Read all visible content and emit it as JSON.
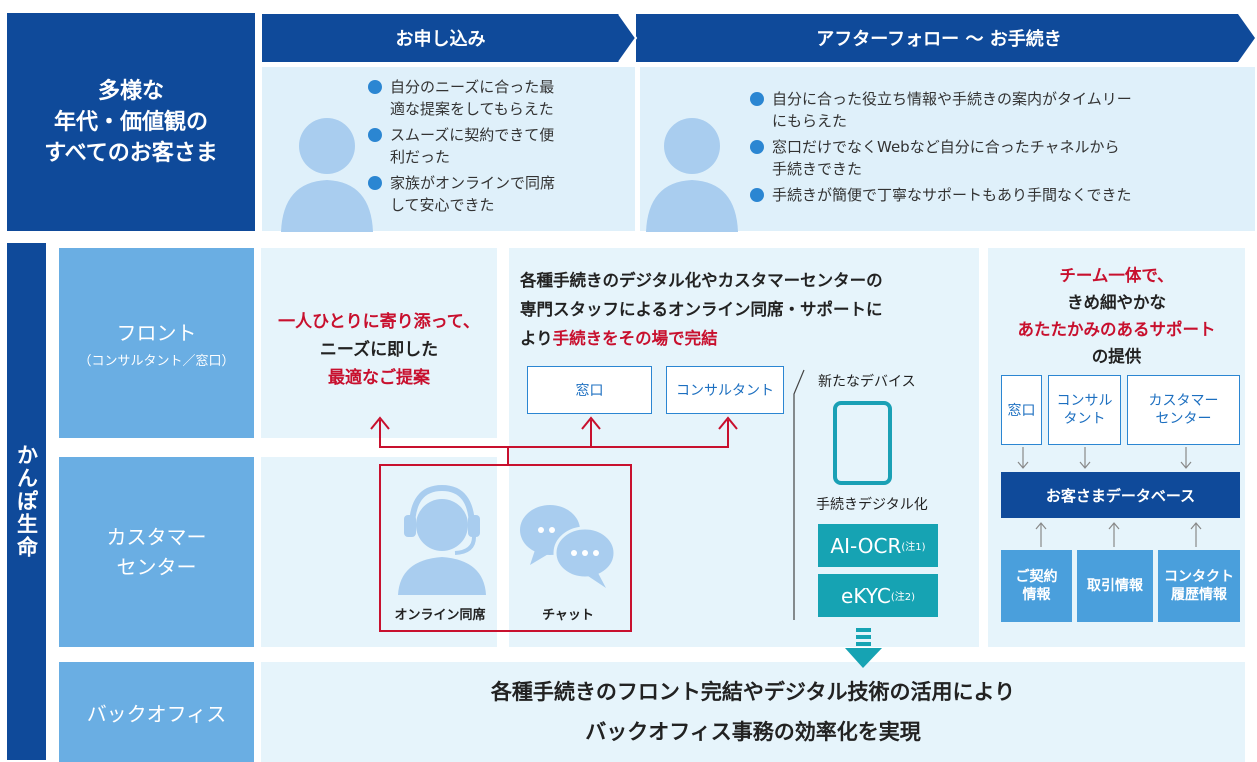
{
  "top_left_label": "",
  "customers": {
    "line1": "多様な",
    "line2": "年代・価値観の",
    "line3": "すべてのお客さま"
  },
  "headers": {
    "apply": "お申し込み",
    "after": "アフターフォロー 〜 お手続き"
  },
  "apply_bullets": [
    [
      "自分のニーズに合った最",
      "適な提案をしてもらえた"
    ],
    [
      "スムーズに契約できて便",
      "利だった"
    ],
    [
      "家族がオンラインで同席",
      "して安心できた"
    ]
  ],
  "after_bullets": [
    [
      "自分に合った役立ち情報や手続きの案内がタイムリー",
      "にもらえた"
    ],
    [
      "窓口だけでなくWebなど自分に合ったチャネルから",
      "手続きできた"
    ],
    [
      "手続きが簡便で丁寧なサポートもあり手間なくできた"
    ]
  ],
  "company": "かんぽ生命",
  "rows": {
    "front_title": "フロント",
    "front_sub": "（コンサルタント／窓口）",
    "center": "カスタマー\nセンター",
    "back": "バックオフィス"
  },
  "front_proposal": {
    "line1": "一人ひとりに寄り添って、",
    "line2": "ニーズに即した",
    "line3": "最適なご提案"
  },
  "digital": {
    "line1": "各種手続きのデジタル化やカスタマーセンターの",
    "line2": "専門スタッフによるオンライン同席・サポートに",
    "line3_pre": "より",
    "line3_red": "手続きをその場で完結",
    "box_window": "窓口",
    "box_consultant": "コンサルタント",
    "device_label": "新たなデバイス",
    "digitize_label": "手続きデジタル化",
    "ai_ocr": "AI-OCR",
    "ai_note": "(注1)",
    "ekyc": "eKYC",
    "ekyc_note": "(注2)"
  },
  "online": {
    "attend": "オンライン同席",
    "chat": "チャット"
  },
  "team": {
    "line1": "チーム一体で、",
    "line2": "きめ細やかな",
    "line3": "あたたかみのあるサポート",
    "line4": "の提供"
  },
  "team_boxes": {
    "window": "窓口",
    "consultant": "コンサル\nタント",
    "center": "カスタマー\nセンター"
  },
  "database": "お客さまデータベース",
  "db_sources": {
    "contract": "ご契約\n情報",
    "trade": "取引情報",
    "contact": "コンタクト\n履歴情報"
  },
  "back_text": {
    "line1": "各種手続きのフロント完結やデジタル技術の活用により",
    "line2": "バックオフィス事務の効率化を実現"
  },
  "colors": {
    "navy": "#0f4a9a",
    "mid": "#1c6fc0",
    "light": "#6aaee3",
    "pale": "#dff0fa",
    "red": "#c8102e",
    "teal": "#16a3b3"
  }
}
